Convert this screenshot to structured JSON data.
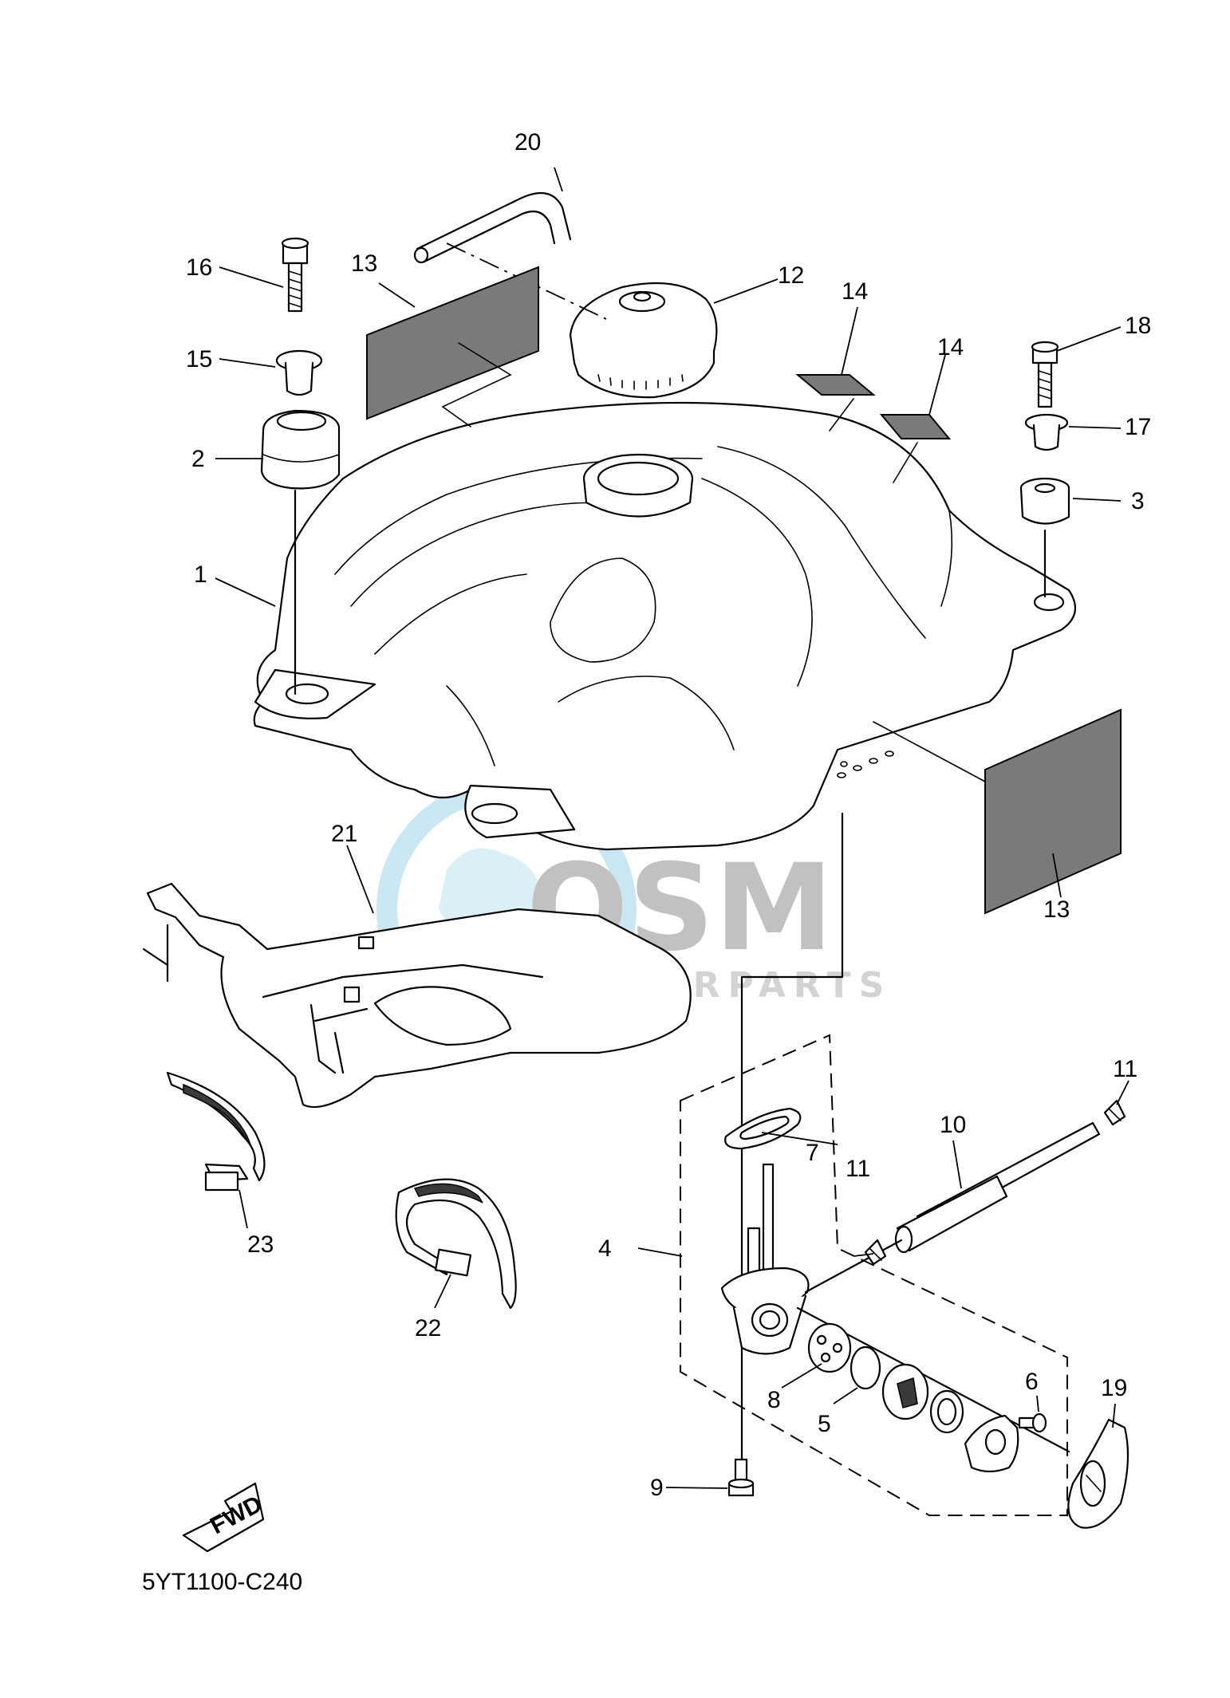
{
  "diagram_code": "5YT1100-C240",
  "fwd_label": "FWD",
  "watermark": {
    "brand": "OSM",
    "sub": "MOTORPARTS",
    "color_ring": "#9fd3ea",
    "color_text": "#8f8f8f"
  },
  "callouts": [
    {
      "id": "c1",
      "label": "1"
    },
    {
      "id": "c2",
      "label": "2"
    },
    {
      "id": "c3",
      "label": "3"
    },
    {
      "id": "c4",
      "label": "4"
    },
    {
      "id": "c5",
      "label": "5"
    },
    {
      "id": "c6",
      "label": "6"
    },
    {
      "id": "c7",
      "label": "7"
    },
    {
      "id": "c8",
      "label": "8"
    },
    {
      "id": "c9",
      "label": "9"
    },
    {
      "id": "c10",
      "label": "10"
    },
    {
      "id": "c11a",
      "label": "11"
    },
    {
      "id": "c11b",
      "label": "11"
    },
    {
      "id": "c12",
      "label": "12"
    },
    {
      "id": "c13a",
      "label": "13"
    },
    {
      "id": "c13b",
      "label": "13"
    },
    {
      "id": "c14a",
      "label": "14"
    },
    {
      "id": "c14b",
      "label": "14"
    },
    {
      "id": "c15",
      "label": "15"
    },
    {
      "id": "c16",
      "label": "16"
    },
    {
      "id": "c17",
      "label": "17"
    },
    {
      "id": "c18",
      "label": "18"
    },
    {
      "id": "c19",
      "label": "19"
    },
    {
      "id": "c20",
      "label": "20"
    },
    {
      "id": "c21",
      "label": "21"
    },
    {
      "id": "c22",
      "label": "22"
    },
    {
      "id": "c23",
      "label": "23"
    }
  ]
}
